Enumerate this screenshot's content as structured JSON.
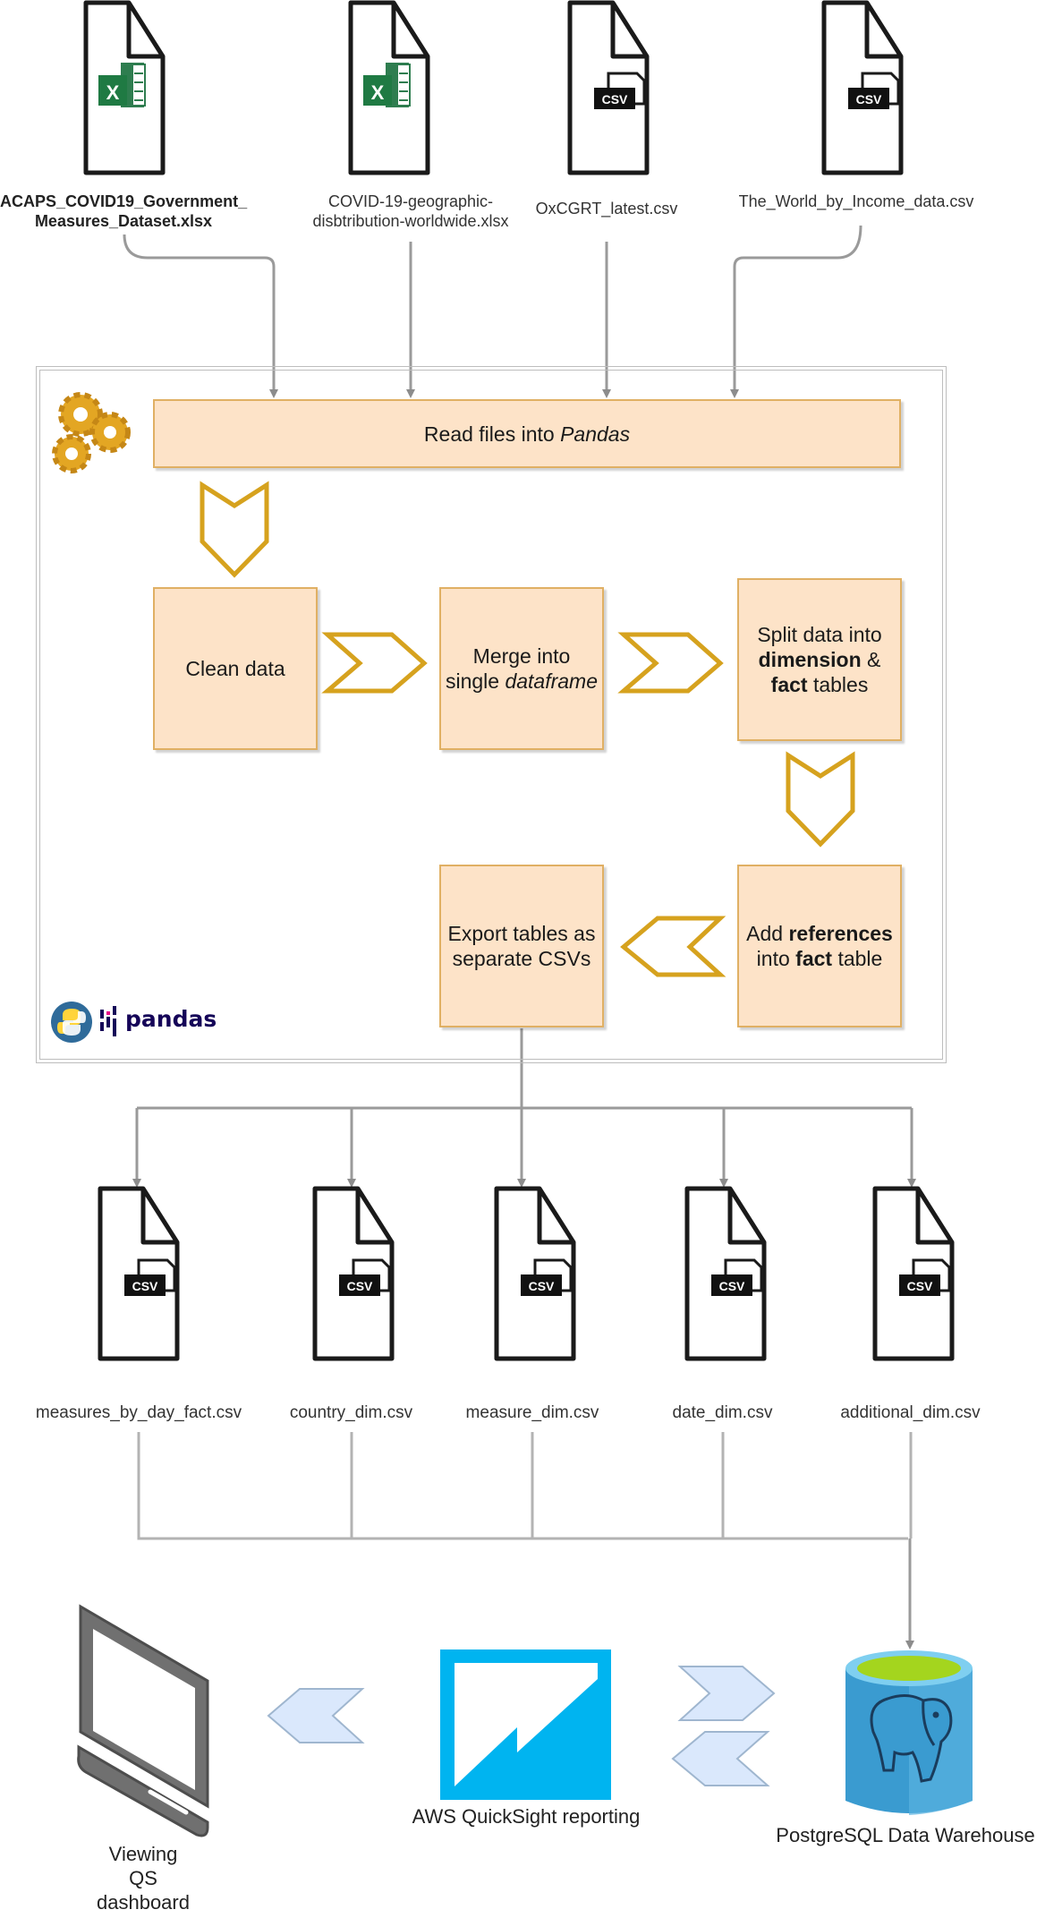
{
  "input_files": [
    {
      "label_line1": "ACAPS_COVID19_Government_",
      "label_line2": "Measures_Dataset.xlsx",
      "icon": "excel-file-icon",
      "badge": "X"
    },
    {
      "label_line1": "COVID-19-geographic-",
      "label_line2": "disbtribution-worldwide.xlsx",
      "icon": "excel-file-icon",
      "badge": "X"
    },
    {
      "label_line1": "OxCGRT_latest.csv",
      "label_line2": "",
      "icon": "csv-file-icon",
      "badge": "CSV"
    },
    {
      "label_line1": "The_World_by_Income_data.csv",
      "label_line2": "",
      "icon": "csv-file-icon",
      "badge": "CSV"
    }
  ],
  "process": {
    "read": {
      "text": "Read files into ",
      "em": "Pandas"
    },
    "clean": {
      "text": "Clean data"
    },
    "merge": {
      "line1": "Merge into",
      "line2_text": "single ",
      "line2_em": "dataframe"
    },
    "split": {
      "line1": "Split data into",
      "line2_bold": "dimension",
      "line2_text": " &",
      "line3_bold": "fact",
      "line3_text": " tables"
    },
    "references": {
      "line1_text": "Add ",
      "line1_bold": "references",
      "line2_text": "into ",
      "line2_bold": "fact",
      "line2_text2": " table"
    },
    "export": {
      "line1": "Export tables as",
      "line2": "separate CSVs"
    },
    "pandas_logo_text": "pandas",
    "gears_icon": "gears-icon",
    "python_icon": "python-icon"
  },
  "output_files": [
    {
      "label": "measures_by_day_fact.csv",
      "badge": "CSV"
    },
    {
      "label": "country_dim.csv",
      "badge": "CSV"
    },
    {
      "label": "measure_dim.csv",
      "badge": "CSV"
    },
    {
      "label": "date_dim.csv",
      "badge": "CSV"
    },
    {
      "label": "additional_dim.csv",
      "badge": "CSV"
    }
  ],
  "bottom": {
    "monitor": {
      "line1": "Viewing",
      "line2": "QS",
      "line3": "dashboard"
    },
    "quicksight": {
      "label": "AWS QuickSight reporting"
    },
    "postgres": {
      "label": "PostgreSQL Data Warehouse"
    }
  },
  "colors": {
    "box_fill": "#fde3c8",
    "box_border": "#e0b064",
    "chevron_stroke": "#d6a21e",
    "connector": "#9a9a9a",
    "quicksight_blue": "#00b4f0",
    "postgres_blue": "#3a9bd0",
    "postgres_green": "#a4d51e",
    "light_chevron": "#dae8fc"
  }
}
